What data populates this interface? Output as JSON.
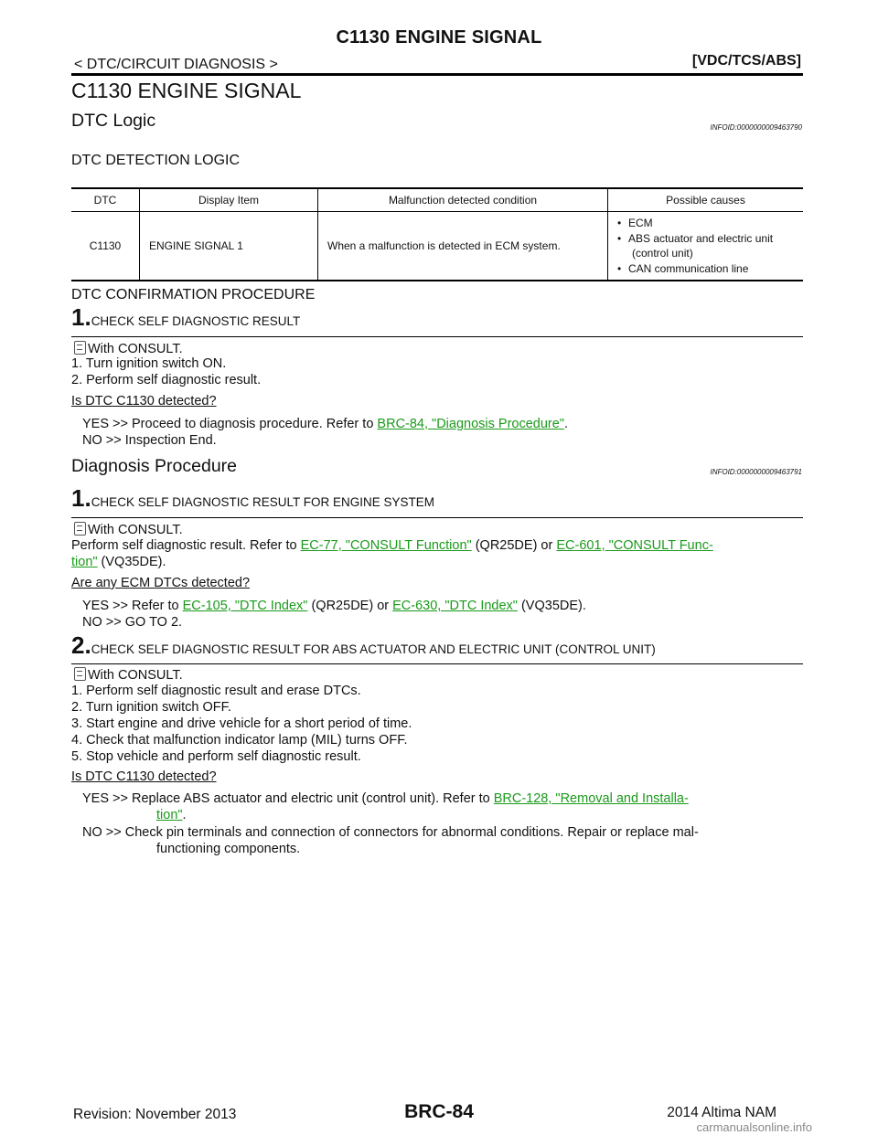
{
  "header": {
    "title": "C1130 ENGINE SIGNAL",
    "section": "< DTC/CIRCUIT DIAGNOSIS >",
    "system": "[VDC/TCS/ABS]"
  },
  "page_title": "C1130 ENGINE SIGNAL",
  "dtc_logic": {
    "heading": "DTC Logic",
    "infoid": "INFOID:0000000009463790",
    "detection_heading": "DTC DETECTION LOGIC",
    "table": {
      "columns": [
        "DTC",
        "Display Item",
        "Malfunction detected condition",
        "Possible causes"
      ],
      "row": {
        "dtc": "C1130",
        "display_item": "ENGINE SIGNAL 1",
        "condition": "When a malfunction is detected in ECM system.",
        "causes": [
          "ECM",
          "ABS actuator and electric unit",
          "(control unit)",
          "CAN communication line"
        ]
      }
    },
    "confirmation_heading": "DTC CONFIRMATION PROCEDURE",
    "step1": {
      "num": "1.",
      "title": "CHECK SELF DIAGNOSTIC RESULT",
      "with": "With CONSULT.",
      "items": [
        "1.   Turn ignition switch ON.",
        "2.   Perform self diagnostic result."
      ],
      "question": "Is DTC C1130 detected?",
      "yes_prefix": "YES     >> Proceed to diagnosis procedure. Refer to ",
      "yes_link": "BRC-84, \"Diagnosis Procedure\"",
      "yes_suffix": ".",
      "no": "NO       >> Inspection End."
    }
  },
  "diagnosis": {
    "heading": "Diagnosis Procedure",
    "infoid": "INFOID:0000000009463791",
    "step1": {
      "num": "1.",
      "title": "CHECK SELF DIAGNOSTIC RESULT FOR ENGINE SYSTEM",
      "with": "With CONSULT.",
      "line_prefix": "Perform self diagnostic result. Refer to ",
      "link1": "EC-77, \"CONSULT Function\"",
      "mid": " (QR25DE) or ",
      "link2": "EC-601, \"CONSULT Func-",
      "link2b": "tion\"",
      "suffix": " (VQ35DE).",
      "question": "Are any ECM DTCs detected?",
      "yes_prefix": "YES     >> Refer to ",
      "yes_link1": "EC-105, \"DTC  Index\"",
      "yes_mid": " (QR25DE) or ",
      "yes_link2": "EC-630, \"DTC  Index\"",
      "yes_suffix": " (VQ35DE).",
      "no": "NO       >> GO TO 2."
    },
    "step2": {
      "num": "2.",
      "title": "CHECK SELF DIAGNOSTIC RESULT FOR ABS ACTUATOR AND ELECTRIC UNIT (CONTROL UNIT)",
      "with": "With CONSULT.",
      "items": [
        "1.   Perform self diagnostic result and erase DTCs.",
        "2.   Turn ignition switch OFF.",
        "3.   Start engine and drive vehicle for a short period of time.",
        "4.   Check that malfunction indicator lamp (MIL) turns OFF.",
        "5.   Stop vehicle and perform self diagnostic result."
      ],
      "question": "Is DTC C1130 detected?",
      "yes_prefix": "YES     >> Replace  ABS  actuator  and  electric  unit  (control  unit).  Refer  to  ",
      "yes_link": "BRC-128, \"Removal and Installa-",
      "yes_link_b": "tion\"",
      "yes_suffix": ".",
      "no_line1": "NO       >> Check pin terminals and connection of connectors for abnormal conditions. Repair or replace mal-",
      "no_line2": "functioning components."
    }
  },
  "footer": {
    "revision": "Revision: November 2013",
    "page": "BRC-84",
    "model": "2014 Altima NAM",
    "watermark": "carmanualsonline.info"
  }
}
